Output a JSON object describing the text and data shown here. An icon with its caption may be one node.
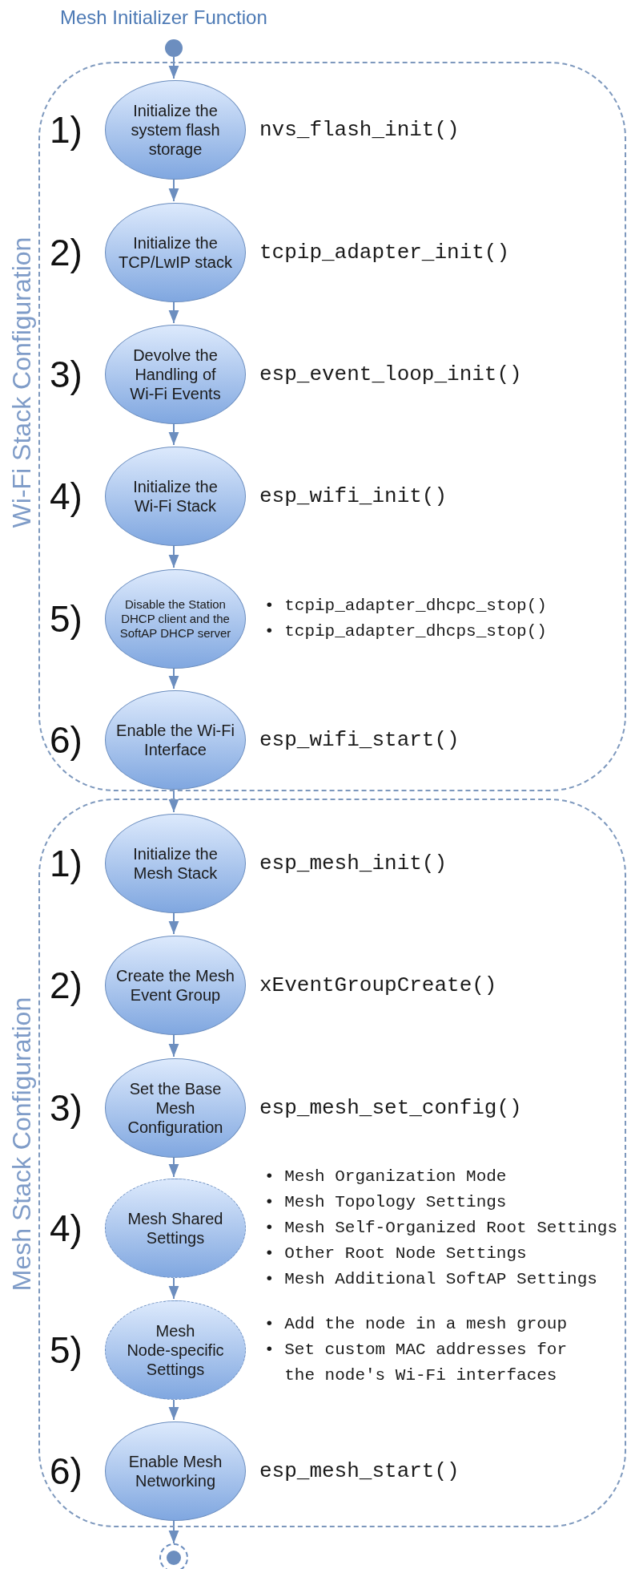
{
  "diagram": {
    "title": "Mesh Initializer Function",
    "nodes": [
      {
        "text": [],
        "shape": "circle"
      },
      {
        "text": [
          "Wi-Fi Stack Configuration"
        ]
      },
      {
        "text": [
          "Initialize the system flash storage"
        ],
        "in": 1,
        "beside": [
          "1)",
          "nvs_flash_init()"
        ]
      },
      {
        "text": [
          "Initialize the TCP/LwIP stack"
        ],
        "in": 1,
        "beside": [
          "2)",
          "tcpip_adapter_init()"
        ]
      },
      {
        "text": [
          "Devolve the Handling of Wi-Fi Events"
        ],
        "in": 1,
        "beside": [
          "3)",
          "esp_event_loop_init()"
        ]
      },
      {
        "text": [
          "Initialize the Wi-Fi Stack"
        ],
        "in": 1,
        "beside": [
          "4)",
          "esp_wifi_init()"
        ]
      },
      {
        "text": [
          "Disable the Station DHCP client and the SoftAP DHCP server"
        ],
        "in": 1,
        "beside": [
          "5)",
          "• tcpip_adapter_dhcpc_stop()",
          "• tcpip_adapter_dhcps_stop()"
        ]
      },
      {
        "text": [
          "Enable the Wi-Fi Interface"
        ],
        "in": 1,
        "beside": [
          "6)",
          "esp_wifi_start()"
        ]
      },
      {
        "text": [
          "Mesh Stack Configuration"
        ]
      },
      {
        "text": [
          "Initialize the Mesh Stack"
        ],
        "in": 8,
        "beside": [
          "1)",
          "esp_mesh_init()"
        ]
      },
      {
        "text": [
          "Create the Mesh Event Group"
        ],
        "in": 8,
        "beside": [
          "2)",
          "xEventGroupCreate()"
        ]
      },
      {
        "text": [
          "Set the Base Mesh Configuration"
        ],
        "in": 8,
        "beside": [
          "3)",
          "esp_mesh_set_config()"
        ]
      },
      {
        "text": [
          "Mesh Shared Settings"
        ],
        "in": 8,
        "beside": [
          "4)",
          "• Mesh Organization Mode",
          "• Mesh Topology Settings",
          "• Mesh Self-Organized Root Settings",
          "• Other Root Node Settings",
          "• Mesh Additional SoftAP Settings"
        ]
      },
      {
        "text": [
          "Mesh Node-specific Settings"
        ],
        "in": 8,
        "beside": [
          "5)",
          "• Add the node in a mesh group",
          "• Set custom MAC addresses for the node's Wi-Fi interfaces"
        ]
      },
      {
        "text": [
          "Enable Mesh Networking"
        ],
        "in": 8,
        "beside": [
          "6)",
          "esp_mesh_start()"
        ]
      },
      {
        "text": [],
        "shape": "circle"
      }
    ],
    "edges": [
      {
        "from": 0,
        "to": 2,
        "arrow": "to"
      },
      {
        "from": 2,
        "to": 3,
        "arrow": "to"
      },
      {
        "from": 3,
        "to": 4,
        "arrow": "to"
      },
      {
        "from": 4,
        "to": 5,
        "arrow": "to"
      },
      {
        "from": 5,
        "to": 6,
        "arrow": "to"
      },
      {
        "from": 6,
        "to": 7,
        "arrow": "to"
      },
      {
        "from": 7,
        "to": 9,
        "arrow": "to"
      },
      {
        "from": 9,
        "to": 10,
        "arrow": "to"
      },
      {
        "from": 10,
        "to": 11,
        "arrow": "to"
      },
      {
        "from": 11,
        "to": 12,
        "arrow": "to"
      },
      {
        "from": 12,
        "to": 13,
        "arrow": "to"
      },
      {
        "from": 13,
        "to": 14,
        "arrow": "to"
      },
      {
        "from": 14,
        "to": 15,
        "arrow": "to"
      }
    ]
  }
}
